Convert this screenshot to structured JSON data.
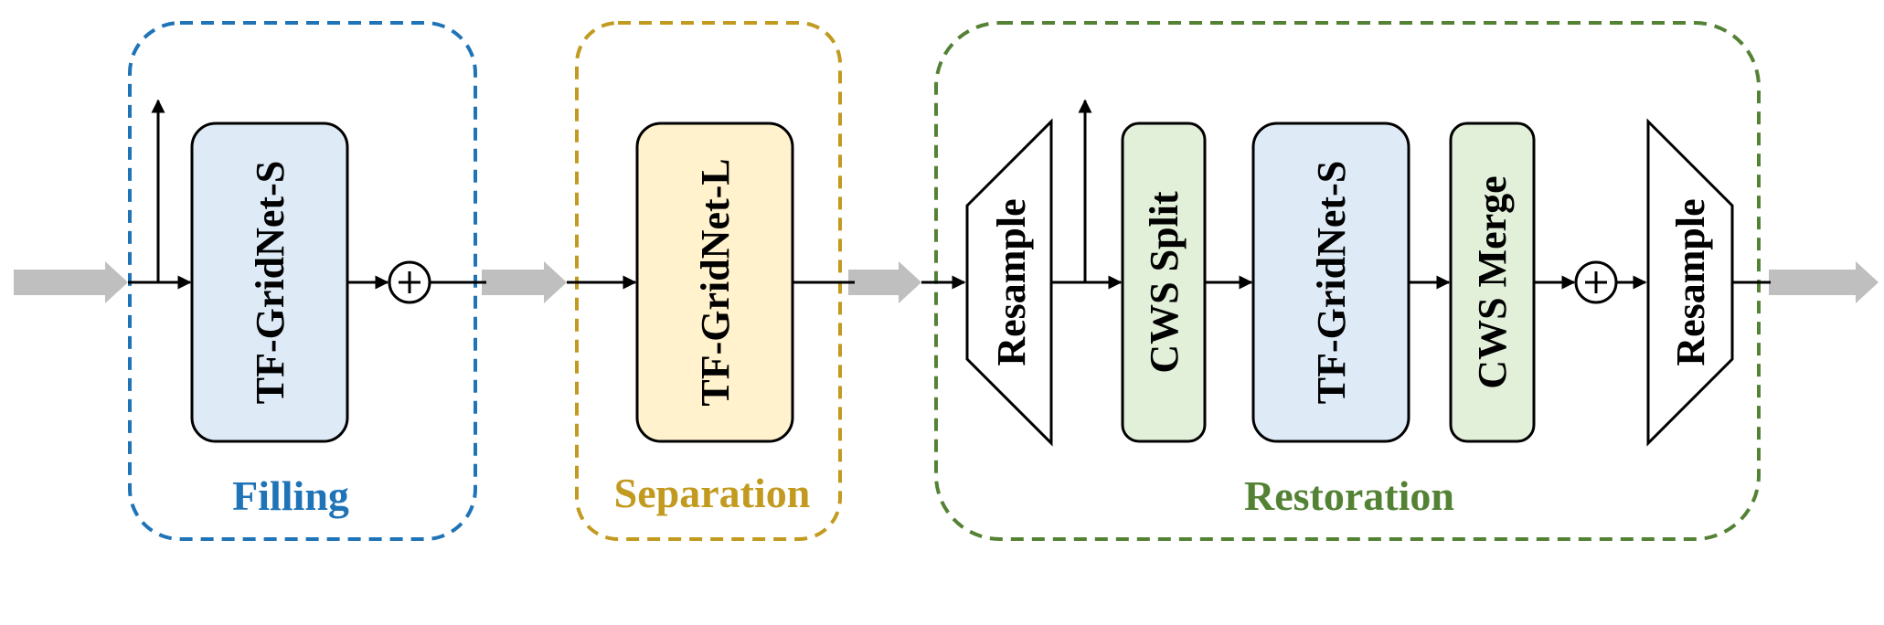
{
  "stages": {
    "filling": {
      "label": "Filling",
      "color": "#1f73b7"
    },
    "separation": {
      "label": "Separation",
      "color": "#c29a1f"
    },
    "restoration": {
      "label": "Restoration",
      "color": "#548235"
    }
  },
  "blocks": {
    "filling_net": {
      "label": "TF-GridNet-S",
      "fill": "#deebf7"
    },
    "separation_net": {
      "label": "TF-GridNet-L",
      "fill": "#fff2cc"
    },
    "resample_in": {
      "label": "Resample"
    },
    "cws_split": {
      "label": "CWS Split",
      "fill": "#e2f0d9"
    },
    "restoration_net": {
      "label": "TF-GridNet-S",
      "fill": "#deebf7"
    },
    "cws_merge": {
      "label": "CWS Merge",
      "fill": "#e2f0d9"
    },
    "resample_out": {
      "label": "Resample"
    }
  },
  "icons": {
    "adder": "circled-plus-icon",
    "flow": "gray-block-arrow-icon"
  },
  "colors": {
    "flow_arrow": "#bfbfbf",
    "line": "#000000"
  }
}
